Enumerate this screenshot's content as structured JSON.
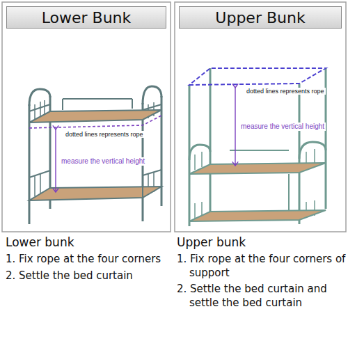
{
  "diagram": {
    "nodes": [
      {
        "text": [
          "Lower Bunk"
        ]
      },
      {
        "text": [
          "Upper Bunk"
        ]
      }
    ],
    "labels": [
      "dotted lines represents rope",
      "measure the vertical height",
      "dotted lines represents rope",
      "measure the vertical height",
      "Lower bunk",
      "1. Fix rope at the four corners",
      "2. Settle the bed curtain",
      "Upper bunk",
      "1. Fix rope at the four corners of support",
      "2. Settle the bed curtain and settle the bed curtain"
    ]
  }
}
